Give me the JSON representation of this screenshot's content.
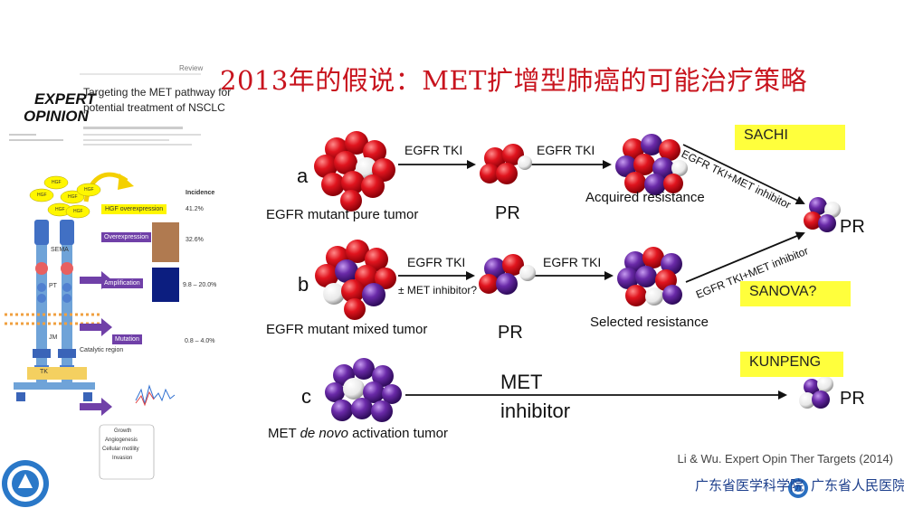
{
  "slide": {
    "title": "2013年的假说：MET扩增型肺癌的可能治疗策略",
    "citation": "Li & Wu. Expert Opin Ther Targets (2014)"
  },
  "paper": {
    "journal_line1": "EXPERT",
    "journal_line2": "OPINION",
    "review_tag": "Review",
    "title_line1": "Targeting the MET pathway for",
    "title_line2": "potential treatment of NSCLC",
    "hgf_labels": [
      "HGF",
      "HGF",
      "HGF",
      "HGF",
      "HGF",
      "HGF"
    ],
    "hgf_overexpression": "HGF overexpression",
    "incidence": "Incidence",
    "pct1": "41.2%",
    "overexpression": "Overexpression",
    "pct2": "32.6%",
    "amplification": "Amplification",
    "pct3": "9.8 – 20.0%",
    "mutation": "Mutation",
    "pct4": "0.8 – 4.0%",
    "sema": "SEMA",
    "pt": "PT",
    "jm": "JM",
    "catalytic": "Catalytic region",
    "tk": "TK",
    "outcomes": [
      "Growth",
      "Angiogenesis",
      "Cellular motility",
      "Invasion"
    ]
  },
  "diagram": {
    "row_a": {
      "letter": "a",
      "tumor_label": "EGFR mutant pure tumor",
      "arrow1": "EGFR TKI",
      "pr": "PR",
      "arrow2": "EGFR TKI",
      "resistance": "Acquired resistance",
      "diag_arrow": "EGFR TKI+MET inhibitor",
      "trial": "SACHI"
    },
    "row_b": {
      "letter": "b",
      "tumor_label": "EGFR mutant mixed tumor",
      "arrow1": "EGFR TKI",
      "arrow1_sub": "± MET inhibitor?",
      "pr": "PR",
      "arrow2": "EGFR TKI",
      "resistance": "Selected resistance",
      "diag_arrow": "EGFR TKI+MET inhibitor",
      "trial": "SANOVA?"
    },
    "row_c": {
      "letter": "c",
      "tumor_label_pre": "MET ",
      "tumor_label_italic": "de novo",
      "tumor_label_post": " activation tumor",
      "arrow_line1": "MET",
      "arrow_line2": "inhibitor",
      "trial": "KUNPENG",
      "pr": "PR"
    },
    "final_pr": "PR",
    "colors": {
      "egfr_cell": "#e0141e",
      "met_cell": "#6a2aa8",
      "trial_box": "#ffff3c"
    }
  },
  "footer": {
    "institute1": "广东省医学科学院",
    "institute2": "广东省人民医院"
  }
}
